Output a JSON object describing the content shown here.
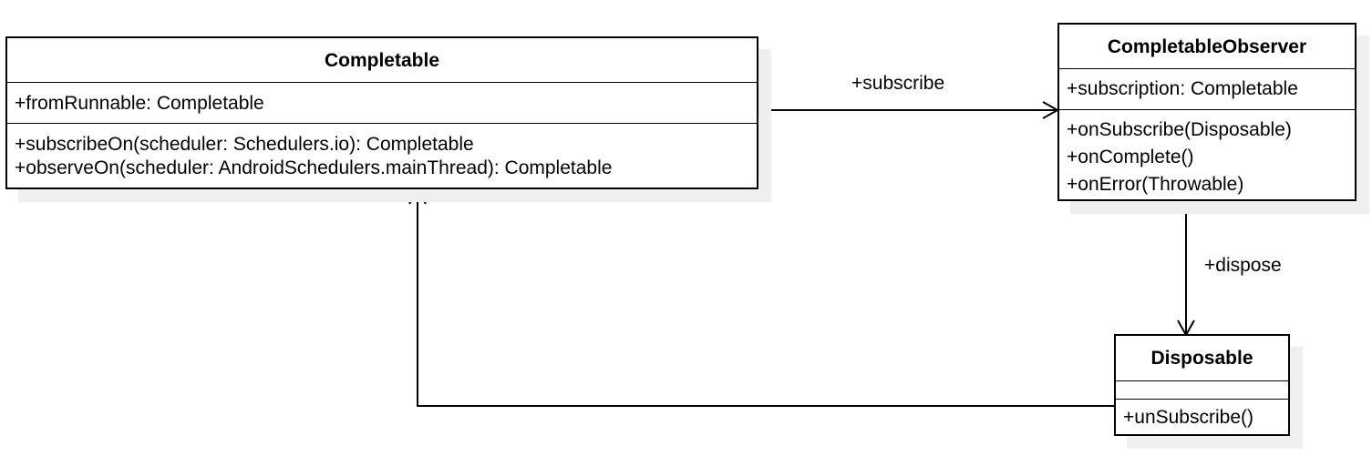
{
  "classes": {
    "completable": {
      "name": "Completable",
      "attributes": [
        "+fromRunnable: Completable"
      ],
      "operations": [
        "+subscribeOn(scheduler: Schedulers.io): Completable",
        "+observeOn(scheduler: AndroidSchedulers.mainThread): Completable"
      ]
    },
    "observer": {
      "name": "CompletableObserver",
      "attributes": [
        "+subscription: Completable"
      ],
      "operations": [
        "+onSubscribe(Disposable)",
        "+onComplete()",
        "+onError(Throwable)"
      ]
    },
    "disposable": {
      "name": "Disposable",
      "attributes": [],
      "operations": [
        "+unSubscribe()"
      ]
    }
  },
  "relations": {
    "subscribe_label": "+subscribe",
    "dispose_label": "+dispose"
  },
  "colors": {
    "line": "#000000",
    "shadow": "#efefef",
    "background": "#ffffff"
  }
}
